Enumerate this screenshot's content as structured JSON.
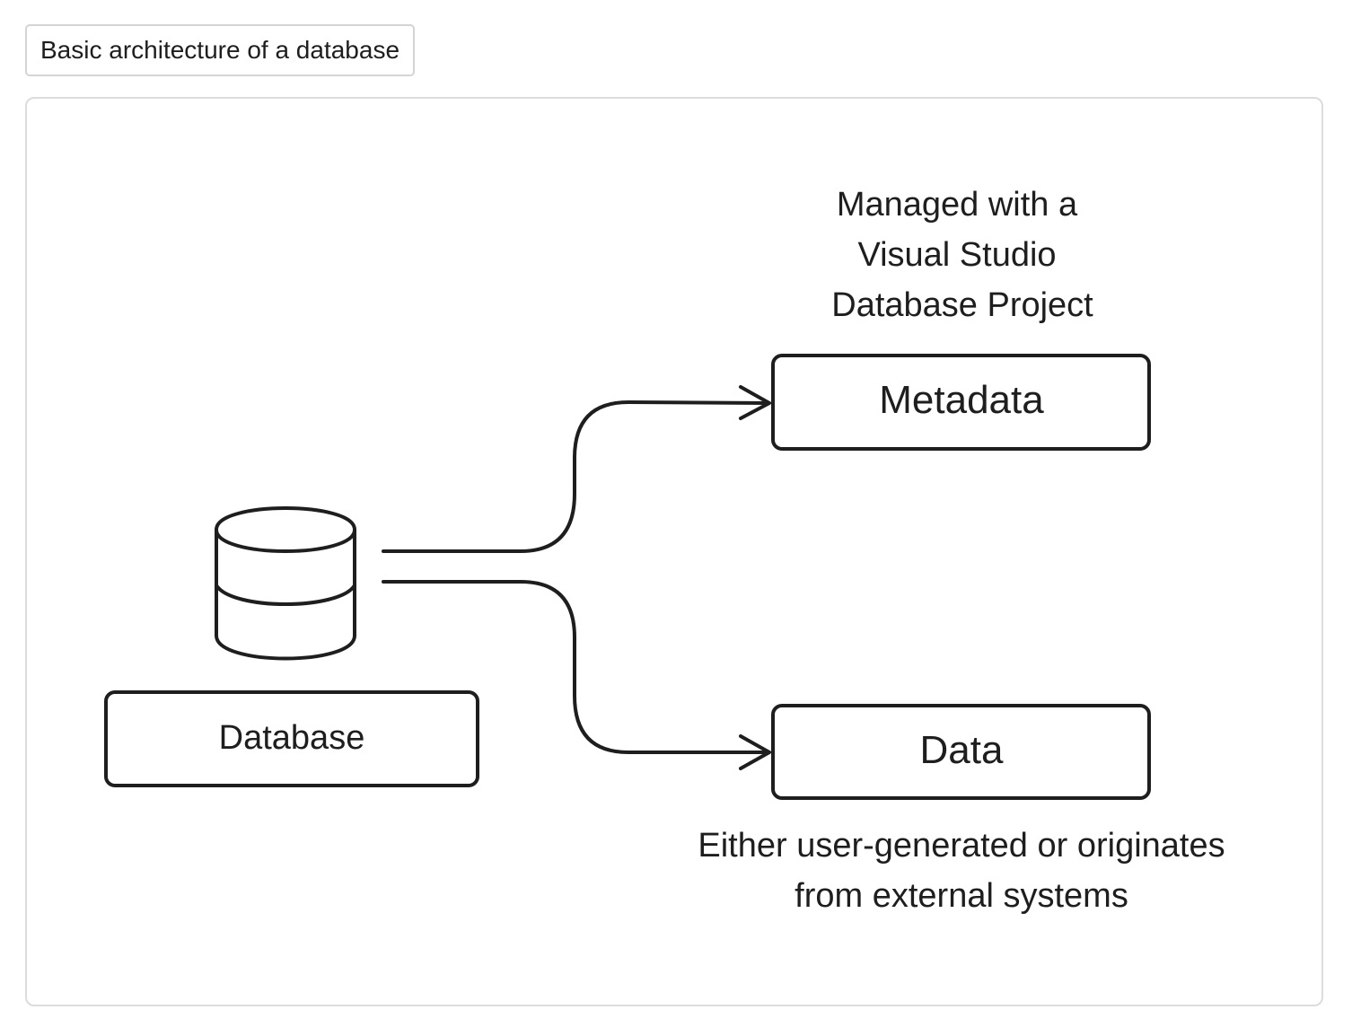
{
  "caption": {
    "text": "Basic architecture of a database"
  },
  "diagram": {
    "database_label": "Database",
    "metadata_label": "Metadata",
    "data_label": "Data",
    "metadata_note_lines": [
      "Managed with a",
      "Visual Studio",
      "Database Project"
    ],
    "data_note_lines": [
      "Either user-generated or originates",
      "from external systems"
    ]
  },
  "colors": {
    "ink": "#1e1e1e",
    "frame_border": "#dcdcdc",
    "caption_border": "#d4d4d4",
    "background": "#ffffff"
  }
}
